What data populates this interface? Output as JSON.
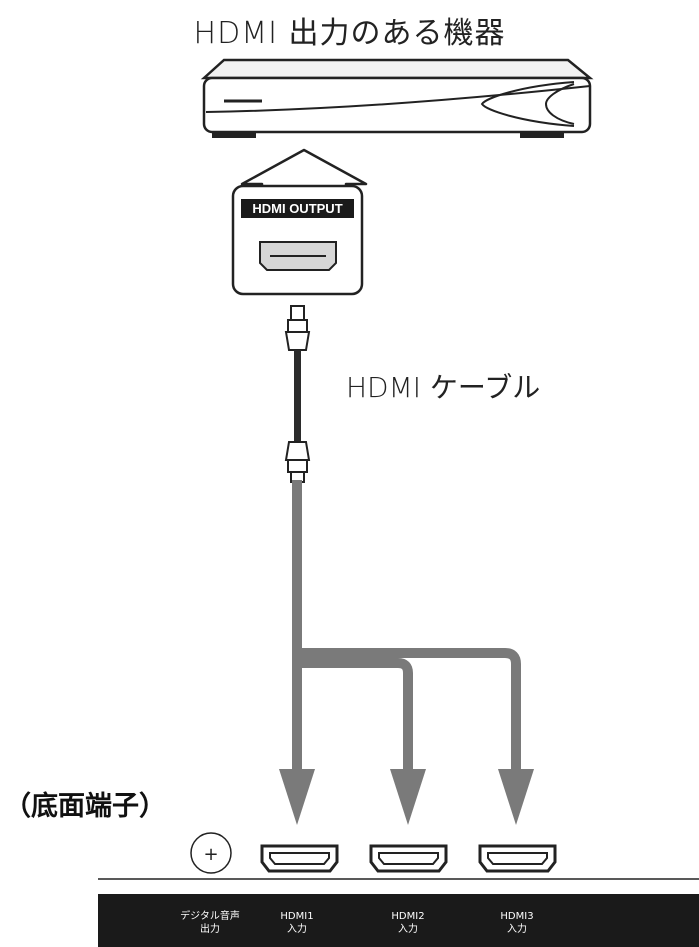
{
  "title": "HDMI 出力のある機器",
  "output_label": "HDMI OUTPUT",
  "cable_label": "HDMI ケーブル",
  "bottom_label": "（底面端子）",
  "plus_symbol": "+",
  "ports": [
    {
      "line1": "デジタル音声",
      "line2": "出力"
    },
    {
      "line1": "HDMI1",
      "line2": "入力"
    },
    {
      "line1": "HDMI2",
      "line2": "入力"
    },
    {
      "line1": "HDMI3",
      "line2": "入力"
    }
  ],
  "colors": {
    "arrow": "#7a7a7a",
    "panel": "#1a1a1a",
    "line": "#222222"
  }
}
